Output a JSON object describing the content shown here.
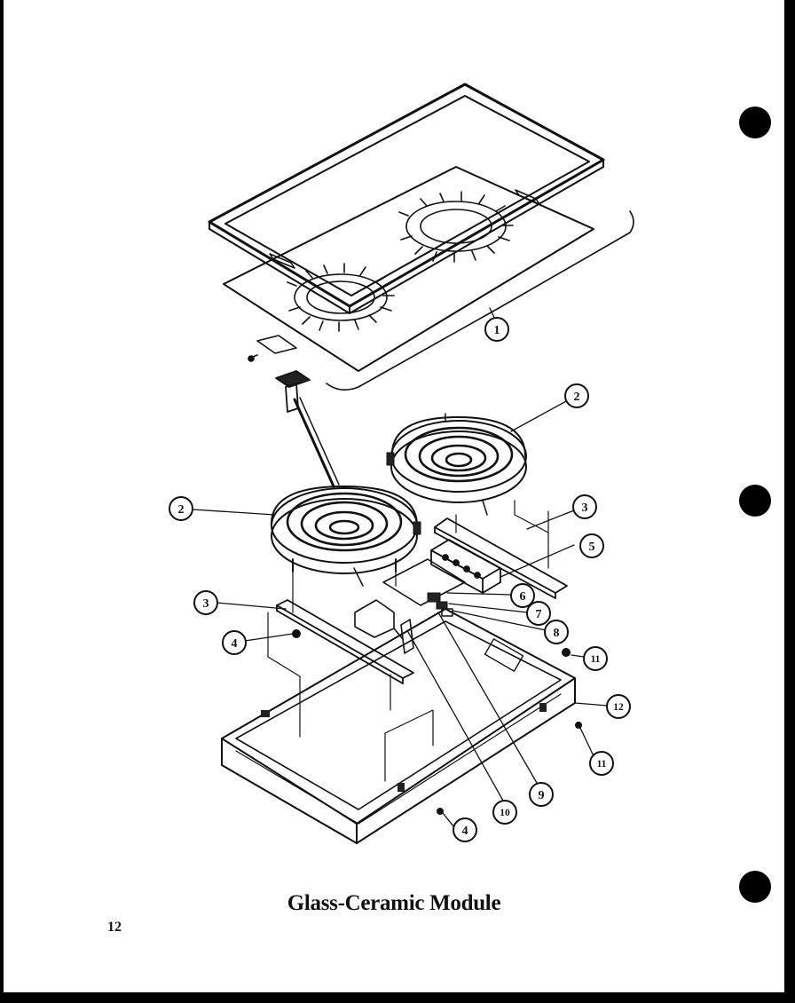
{
  "caption": "Glass-Ceramic Module",
  "page_number": "12",
  "callouts": [
    "1",
    "2",
    "2",
    "3",
    "3",
    "4",
    "4",
    "5",
    "6",
    "7",
    "8",
    "9",
    "10",
    "11",
    "11",
    "12"
  ]
}
